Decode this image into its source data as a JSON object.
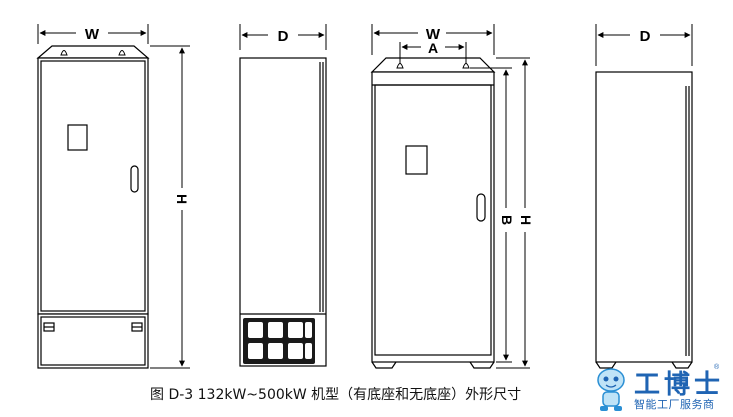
{
  "labels": {
    "width": "W",
    "depth": "D",
    "height": "H",
    "mount_spacing_width": "A",
    "mount_spacing_height": "B"
  },
  "caption": "图 D-3 132kW~500kW 机型（有底座和无底座）外形尺寸",
  "watermark": {
    "title": "工博士",
    "subtitle": "智能工厂服务商",
    "registered": "®"
  },
  "colors": {
    "line": "#000000",
    "fill": "#ffffff",
    "vent": "#1a1a1a",
    "brand": "#1f64b3"
  }
}
